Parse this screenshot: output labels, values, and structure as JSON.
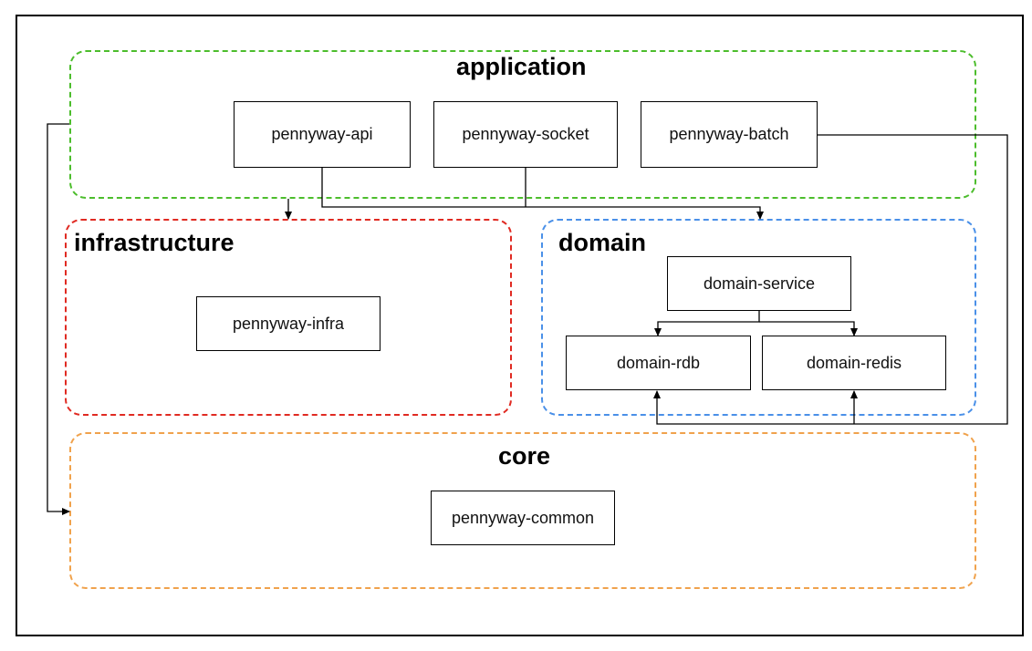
{
  "colors": {
    "application": "#4cbd2c",
    "infrastructure": "#e02a22",
    "domain": "#4a90e8",
    "core": "#f0a24c",
    "line": "#000000"
  },
  "groups": {
    "application": {
      "title": "application",
      "modules": {
        "api": "pennyway-api",
        "socket": "pennyway-socket",
        "batch": "pennyway-batch"
      }
    },
    "infrastructure": {
      "title": "infrastructure",
      "modules": {
        "infra": "pennyway-infra"
      }
    },
    "domain": {
      "title": "domain",
      "modules": {
        "service": "domain-service",
        "rdb": "domain-rdb",
        "redis": "domain-redis"
      }
    },
    "core": {
      "title": "core",
      "modules": {
        "common": "pennyway-common"
      }
    }
  }
}
